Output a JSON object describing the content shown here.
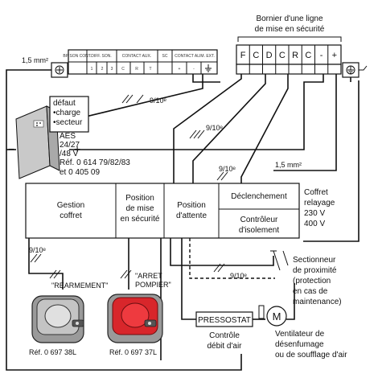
{
  "terminal_block": {
    "title_line1": "Bornier d'une ligne",
    "title_line2": "de mise en sécurité",
    "cells": [
      "F",
      "C",
      "D",
      "C",
      "R",
      "C",
      "-",
      "+"
    ]
  },
  "top_strip": {
    "groups": [
      "BP SON CONT.",
      "DIFF. SON.",
      "CONTACT AUX.",
      "SC",
      "CONTACT ALIM. EXT."
    ],
    "pins": [
      "1",
      "2",
      "3",
      "C",
      "R",
      "T",
      "+",
      "-"
    ]
  },
  "cables": {
    "main_section": "1,5 mm²",
    "right_section": "1,5 mm²",
    "multi": "9/10ᵉ"
  },
  "aes_box": {
    "status": [
      "défaut",
      "•charge",
      "•secteur"
    ],
    "model_line1": "AES",
    "model_line2": "24/27",
    "model_line3": "/48 V",
    "ref_line1": "Réf. 0 614 79/82/83",
    "ref_line2": "et 0 405 09"
  },
  "relay_box": {
    "gestion_line1": "Gestion",
    "gestion_line2": "coffret",
    "mise_line1": "Position",
    "mise_line2": "de mise",
    "mise_line3": "en sécurité",
    "attente_line1": "Position",
    "attente_line2": "d'attente",
    "declenchement": "Déclenchement",
    "controleur_line1": "Contrôleur",
    "controleur_line2": "d'isolement",
    "side_line1": "Coffret",
    "side_line2": "relayage",
    "side_line3": "230 V",
    "side_line4": "400 V"
  },
  "sectionneur": {
    "line1": "Sectionneur",
    "line2": "de proximité",
    "line3": "(protection",
    "line4": "en cas de",
    "line5": "maintenance)"
  },
  "buttons": {
    "rearmement_label": "\"REARMEMENT\"",
    "rearmement_ref": "Réf. 0 697 38L",
    "arret_line1": "\"ARRET",
    "arret_line2": "POMPIER\"",
    "arret_ref": "Réf. 0 697 37L"
  },
  "pressostat": {
    "label": "PRESSOSTAT",
    "caption_line1": "Contrôle",
    "caption_line2": "débit d'air"
  },
  "fan": {
    "motor_symbol": "M",
    "caption_line1": "Ventilateur de",
    "caption_line2": "désenfumage",
    "caption_line3": "ou de soufflage d'air"
  },
  "polarity": {
    "minus": "−",
    "plus": "+"
  },
  "colors": {
    "line": "#111111",
    "aes_body": "#dcdcdc",
    "button_red": "#d8262b",
    "button_grey": "#9a9a9a"
  }
}
